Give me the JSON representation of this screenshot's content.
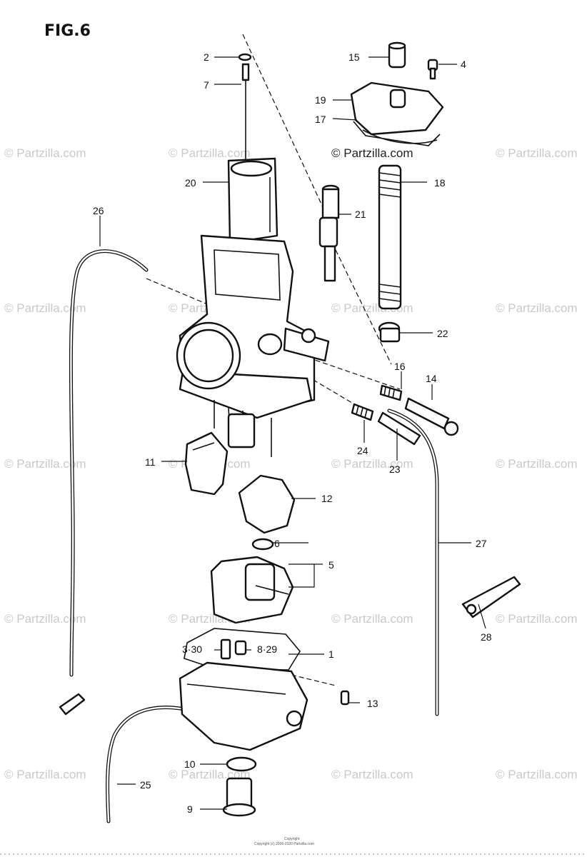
{
  "figure": {
    "title": "FIG.6"
  },
  "watermark": {
    "text": "© Partzilla.com"
  },
  "callouts": {
    "c2": "2",
    "c7": "7",
    "c15": "15",
    "c4": "4",
    "c19": "19",
    "c17": "17",
    "c18": "18",
    "c20": "20",
    "c21": "21",
    "c26": "26",
    "c22": "22",
    "c16": "16",
    "c14": "14",
    "c24": "24",
    "c23": "23",
    "c11": "11",
    "c12": "12",
    "c27": "27",
    "c6": "6",
    "c5": "5",
    "c28": "28",
    "c3_30": "3·30",
    "c8_29": "8·29",
    "c1": "1",
    "c13": "13",
    "c10": "10",
    "c25": "25",
    "c9": "9"
  },
  "footer": {
    "line1": "Copyright",
    "line2": "Copyright (c) 2006-2020 Partzilla.com"
  }
}
